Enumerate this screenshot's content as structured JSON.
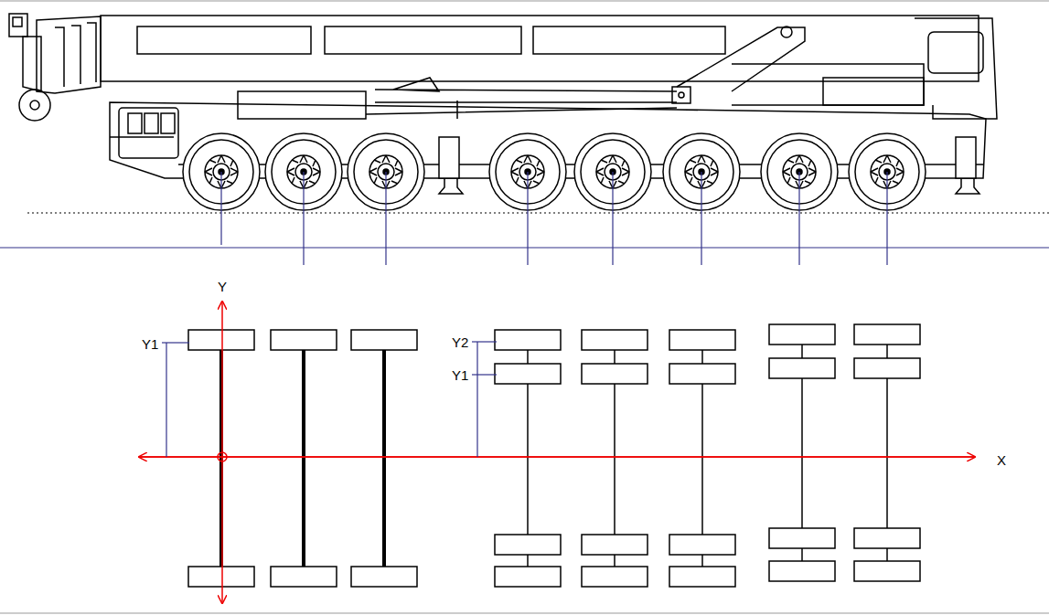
{
  "diagram": {
    "labels": [
      "Y",
      "Y1",
      "Y2",
      "Y1",
      "X"
    ]
  }
}
